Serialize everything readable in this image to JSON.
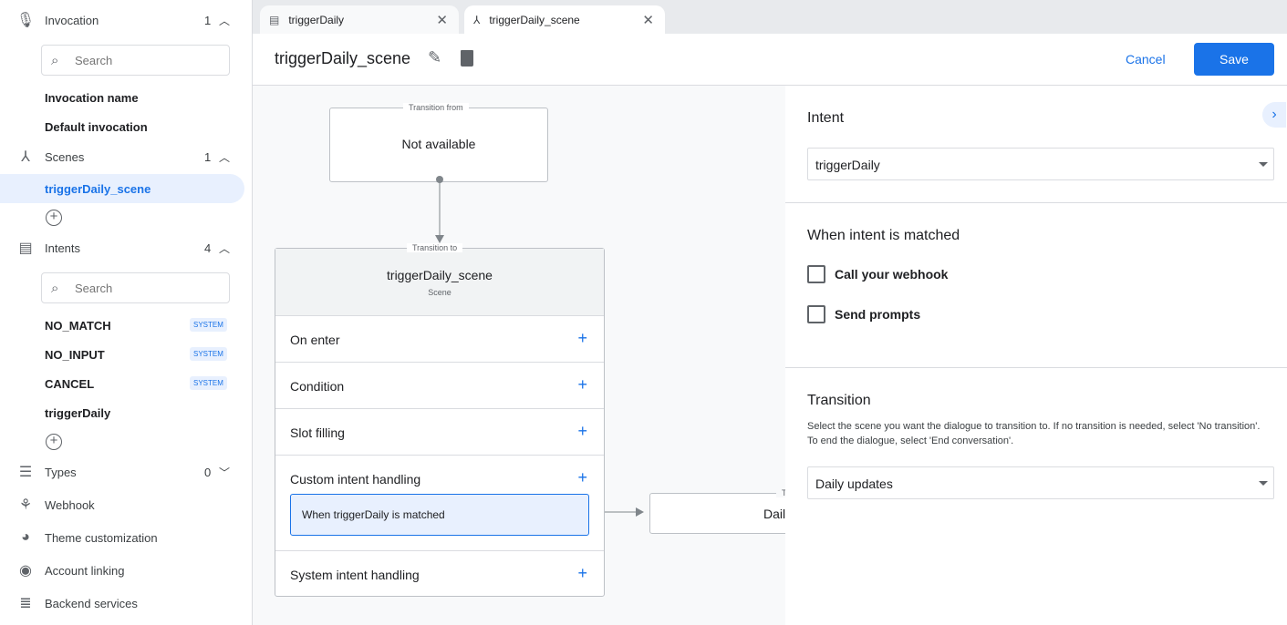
{
  "sidebar": {
    "invocation": {
      "label": "Invocation",
      "count": "1",
      "search_placeholder": "Search",
      "items": [
        "Invocation name",
        "Default invocation"
      ]
    },
    "scenes": {
      "label": "Scenes",
      "count": "1",
      "items": [
        "triggerDaily_scene"
      ]
    },
    "intents": {
      "label": "Intents",
      "count": "4",
      "search_placeholder": "Search",
      "items": [
        {
          "label": "NO_MATCH",
          "badge": "SYSTEM"
        },
        {
          "label": "NO_INPUT",
          "badge": "SYSTEM"
        },
        {
          "label": "CANCEL",
          "badge": "SYSTEM"
        },
        {
          "label": "triggerDaily"
        }
      ]
    },
    "types": {
      "label": "Types",
      "count": "0"
    },
    "nav": [
      "Webhook",
      "Theme customization",
      "Account linking",
      "Backend services"
    ]
  },
  "tabs": [
    {
      "label": "triggerDaily",
      "icon": "intent-icon"
    },
    {
      "label": "triggerDaily_scene",
      "icon": "scene-icon",
      "active": true
    }
  ],
  "header": {
    "title": "triggerDaily_scene",
    "cancel": "Cancel",
    "save": "Save"
  },
  "canvas": {
    "from": {
      "caption": "Transition from",
      "text": "Not available"
    },
    "scene": {
      "caption": "Transition to",
      "title": "triggerDaily_scene",
      "subtitle": "Scene",
      "rows": [
        "On enter",
        "Condition",
        "Slot filling",
        "Custom intent handling",
        "System intent handling"
      ],
      "handler": "When triggerDaily is matched"
    },
    "target": {
      "caption": "Transition to",
      "text": "Daily updates"
    }
  },
  "panel": {
    "intent_heading": "Intent",
    "intent_value": "triggerDaily",
    "matched_heading": "When intent is matched",
    "checkboxes": [
      {
        "label": "Call your webhook",
        "checked": false
      },
      {
        "label": "Send prompts",
        "checked": false
      }
    ],
    "transition_heading": "Transition",
    "transition_desc": "Select the scene you want the dialogue to transition to. If no transition is needed, select 'No transition'. To end the dialogue, select 'End conversation'.",
    "transition_value": "Daily updates"
  },
  "colors": {
    "accent": "#1a73e8",
    "selected_bg": "#e8f0fe"
  }
}
